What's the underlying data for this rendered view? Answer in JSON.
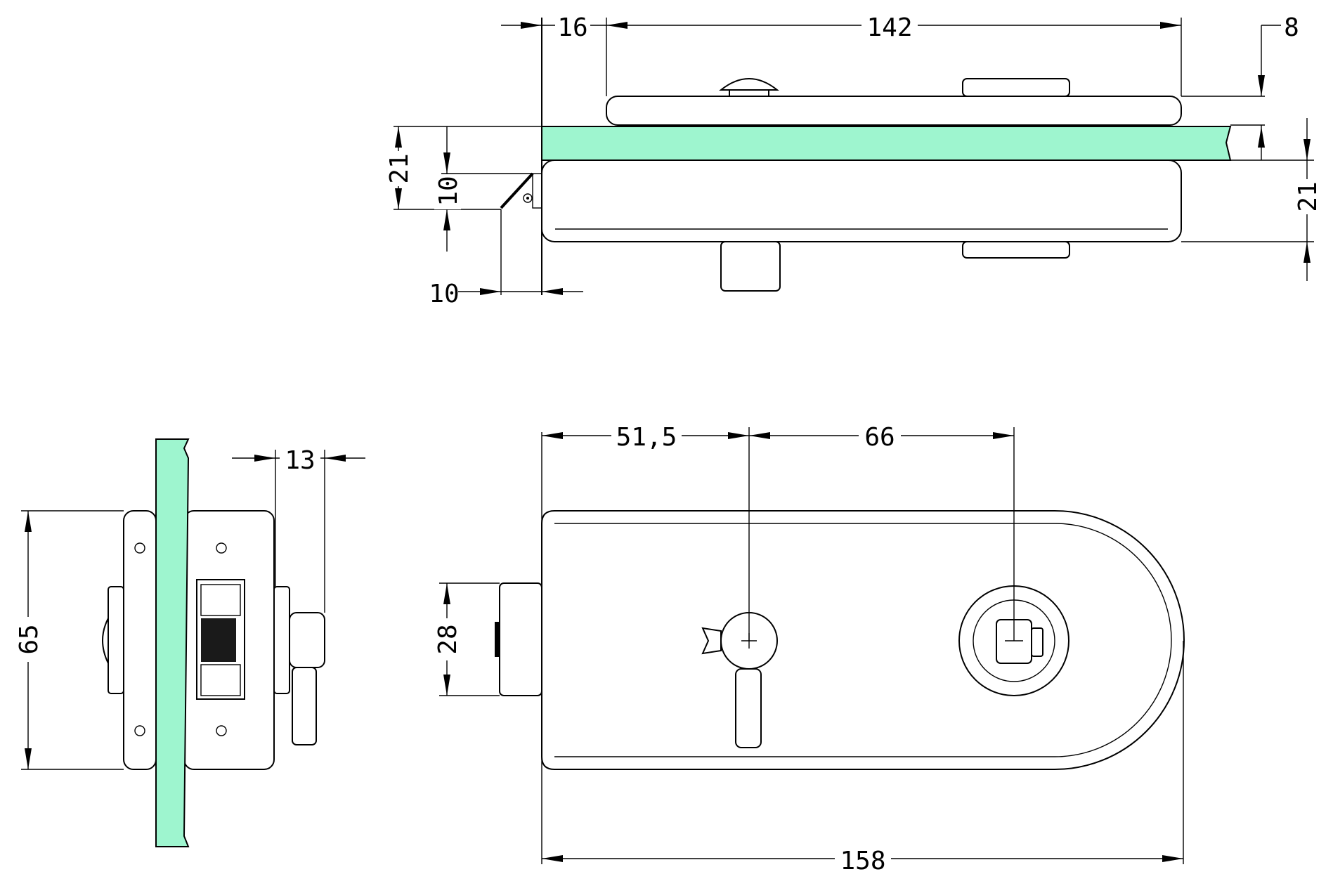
{
  "colors": {
    "glass": "#9ef5cf",
    "line": "#000000",
    "background": "#ffffff",
    "lock_dark": "#1a1a1a"
  },
  "top_view": {
    "dim_left_gap": "16",
    "dim_length": "142",
    "dim_top_plate": "8",
    "dim_height_left": "21",
    "dim_height_right": "21",
    "dim_bevel_height": "10",
    "dim_bevel_width": "10"
  },
  "side_view": {
    "dim_height": "65",
    "dim_knob": "13"
  },
  "front_view": {
    "dim_bolt_height": "28",
    "dim_knob_offset": "51,5",
    "dim_cylinder_offset": "66",
    "dim_total_length": "158"
  }
}
